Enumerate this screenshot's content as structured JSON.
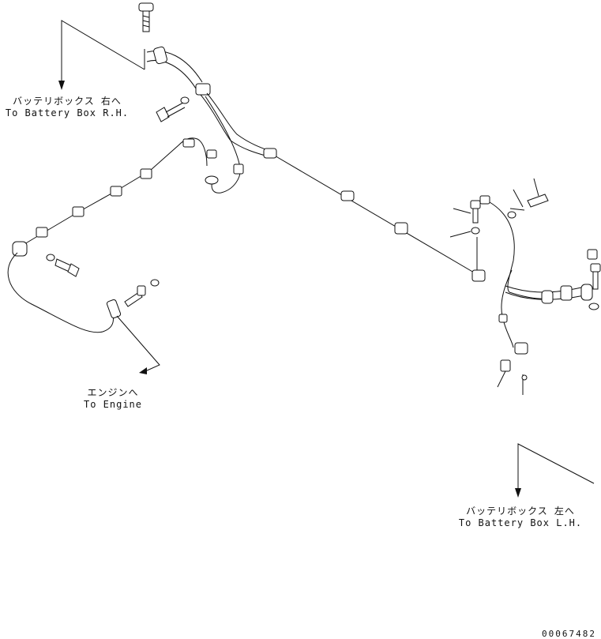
{
  "callouts": {
    "battery_rh": {
      "jp": "バッテリボックス 右へ",
      "en": "To Battery Box R.H."
    },
    "engine": {
      "jp": "エンジンへ",
      "en": "To Engine"
    },
    "battery_lh": {
      "jp": "バッテリボックス 左へ",
      "en": "To Battery Box L.H."
    }
  },
  "part_number": "00067482"
}
